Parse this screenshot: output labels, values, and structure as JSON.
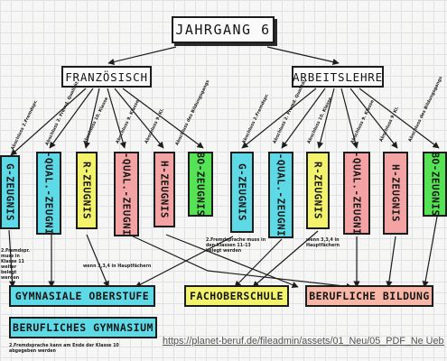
{
  "title": "JAHRGANG 6",
  "left_branch": {
    "label": "FRANZÖSISCH",
    "certificates": [
      "G-ZEUGNIS",
      "R-QUAL.-ZEUGNIS",
      "R-ZEUGNIS",
      "H-QUAL.-ZEUGNIS",
      "H-ZEUGNIS",
      "BO-ZEUGNIS"
    ],
    "conditions": [
      "Abschluss 2.Fremdspr.",
      "Abschluss 2. Fremd. Qualität",
      "Abschluss 10. Klasse",
      "Abschluss 9. Klasse",
      "Abschluss 9. Kl.",
      "Abschluss des Bildungsgangs"
    ]
  },
  "right_branch": {
    "label": "ARBEITSLEHRE",
    "certificates": [
      "G-ZEUGNIS",
      "R-QUAL.-ZEUGNIS",
      "R-ZEUGNIS",
      "H-QUAL.-ZEUGNIS",
      "H-ZEUGNIS",
      "BO-ZEUGNIS"
    ],
    "conditions": [
      "Abschluss 2.Fremdspr.",
      "Abschluss 2. Fremd. Qualität",
      "Abschluss 10. Klasse",
      "Abschluss 9. Klasse",
      "Abschluss 9. Kl.",
      "Abschluss des Bildungsgangs"
    ]
  },
  "notes": {
    "left_g": "2.Fremdspr. muss in Klasse 11 weiter belegt werden",
    "middle": "wenn 3,3,4 in Hauptfächern",
    "right_g": "2.Fremdsprache muss in den Klassen 11-13 belegt werden",
    "right_r": "wenn 3,3,4 in Hauptfächern",
    "bottom": "2.Fremdsprache kann am Ende der Klasse 10 abgegeben werden"
  },
  "destinations": {
    "gymnasiale_oberstufe": "GYMNASIALE OBERSTUFE",
    "fachoberschule": "FACHOBERSCHULE",
    "berufliche_bildung": "BERUFLICHE BILDUNG",
    "berufliches_gymnasium": "BERUFLICHES GYMNASIUM"
  },
  "source_url": "https://planet-beruf.de/fileadmin/assets/01_Neu/05_PDF_Ne Uebersicht_Schulsysteme_Laender/schulsystem_hes.pdf",
  "colors": {
    "cyan": "#5ed9e6",
    "yellow": "#f3f26d",
    "pink": "#f3a3a3",
    "green": "#55e255",
    "orange_pink": "#f7b6a6",
    "paper": "#f6f6f4"
  }
}
